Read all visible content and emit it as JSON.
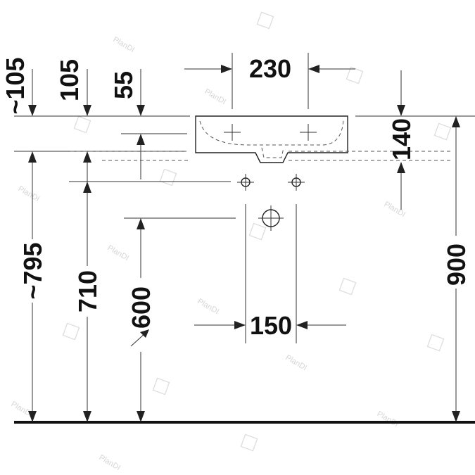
{
  "dimensions": {
    "top_width": "230",
    "bottom_spacing": "150",
    "basin_height": "140",
    "total_height": "900",
    "rim_height": "~795",
    "tap_hole_height": "710",
    "drain_height": "600",
    "top_offset_1": "~105",
    "top_offset_2": "105",
    "top_offset_3": "55"
  },
  "watermark": {
    "text": "PlanDI"
  }
}
